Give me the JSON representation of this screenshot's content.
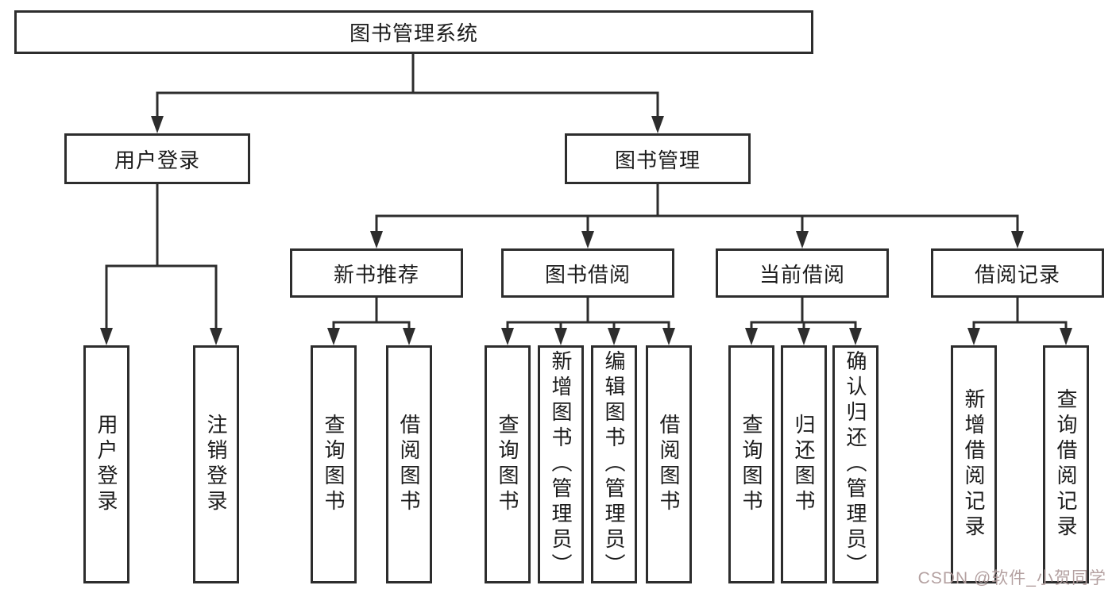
{
  "diagram": {
    "root": {
      "label": "图书管理系统",
      "children": [
        {
          "label": "用户登录",
          "children": [
            {
              "label": "用户登录"
            },
            {
              "label": "注销登录"
            }
          ]
        },
        {
          "label": "图书管理",
          "children": [
            {
              "label": "新书推荐",
              "children": [
                {
                  "label": "查询图书"
                },
                {
                  "label": "借阅图书"
                }
              ]
            },
            {
              "label": "图书借阅",
              "children": [
                {
                  "label": "查询图书"
                },
                {
                  "label": "新增图书（管理员）"
                },
                {
                  "label": "编辑图书（管理员）"
                },
                {
                  "label": "借阅图书"
                }
              ]
            },
            {
              "label": "当前借阅",
              "children": [
                {
                  "label": "查询图书"
                },
                {
                  "label": "归还图书"
                },
                {
                  "label": "确认归还（管理员）"
                }
              ]
            },
            {
              "label": "借阅记录",
              "children": [
                {
                  "label": "新增借阅记录"
                },
                {
                  "label": "查询借阅记录"
                }
              ]
            }
          ]
        }
      ]
    },
    "watermark": "CSDN @软件_小贺同学",
    "colors": {
      "line": "#2d2d2d",
      "box_border": "#2d2d2d",
      "box_background": "#ffffff",
      "text": "#1c1c1c",
      "watermark": "#b09c9c"
    }
  }
}
